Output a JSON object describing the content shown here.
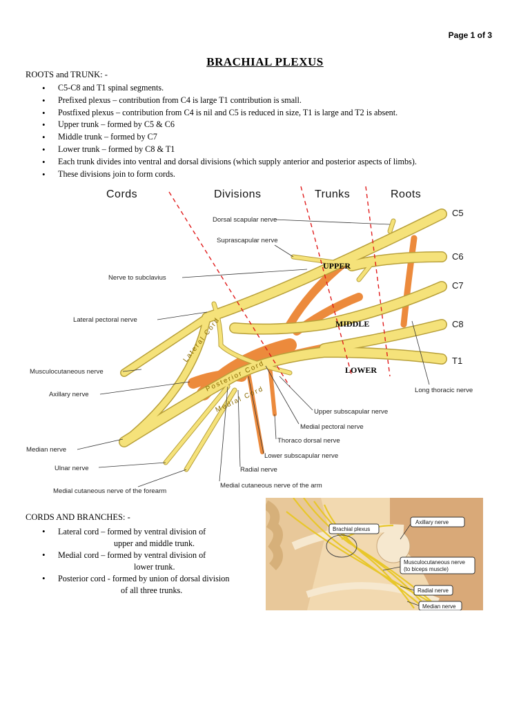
{
  "page_label": "Page 1 of 3",
  "title": "BRACHIAL PLEXUS",
  "roots_section": {
    "heading": "ROOTS and TRUNK: -",
    "bullets": [
      "C5-C8 and T1 spinal segments.",
      "Prefixed plexus – contribution from C4 is large T1 contribution is small.",
      "Postfixed plexus – contribution from C4 is nil and C5 is reduced in size, T1 is large and T2 is absent.",
      "Upper trunk – formed by C5 & C6",
      "Middle trunk – formed by C7",
      "Lower trunk – formed by C8 & T1",
      "Each trunk divides into ventral and dorsal divisions (which supply anterior and posterior aspects of limbs).",
      "These divisions join to form cords."
    ]
  },
  "diagram": {
    "headers": {
      "cords": "Cords",
      "divisions": "Divisions",
      "trunks": "Trunks",
      "roots": "Roots"
    },
    "roots": [
      "C5",
      "C6",
      "C7",
      "C8",
      "T1"
    ],
    "trunks": {
      "upper": "UPPER",
      "middle": "MIDDLE",
      "lower": "LOWER"
    },
    "cords": {
      "lateral": "Lateral Cord",
      "posterior": "Posterior Cord",
      "medial": "Medial Cord"
    },
    "labels": {
      "dorsal_scapular": "Dorsal scapular nerve",
      "suprascapular": "Suprascapular nerve",
      "nerve_to_subclavius": "Nerve to subclavius",
      "lateral_pectoral": "Lateral pectoral nerve",
      "musculocutaneous": "Musculocutaneous nerve",
      "axillary": "Axillary nerve",
      "median": "Median nerve",
      "ulnar": "Ulnar nerve",
      "medial_cutaneous_forearm": "Medial cutaneous nerve of the forearm",
      "medial_cutaneous_arm": "Medial cutaneous nerve of the arm",
      "radial": "Radial nerve",
      "lower_subscapular": "Lower subscapular nerve",
      "thoraco_dorsal": "Thoraco dorsal nerve",
      "medial_pectoral": "Medial pectoral nerve",
      "upper_subscapular": "Upper subscapular nerve",
      "long_thoracic": "Long thoracic nerve"
    }
  },
  "cords_section": {
    "heading": "CORDS AND BRANCHES: -",
    "bullets": [
      {
        "line1": "Lateral cord – formed by ventral division of",
        "line2": "upper and middle trunk."
      },
      {
        "line1": "Medial cord – formed by ventral division of",
        "line2": "lower trunk."
      },
      {
        "line1": "Posterior cord - formed by union of dorsal division",
        "line2": "of all three trunks."
      }
    ]
  },
  "photo_labels": {
    "brachial_plexus": "Brachial plexus",
    "axillary": "Axillary nerve",
    "musculocutaneous": "Musculocutaneous nerve",
    "musculocutaneous_sub": "(to biceps muscle)",
    "radial": "Radial nerve",
    "median": "Median nerve"
  },
  "colors": {
    "nerve_yellow": "#f5e27a",
    "posterior_orange": "#ec8a3c",
    "division_red": "#e01b1b"
  }
}
